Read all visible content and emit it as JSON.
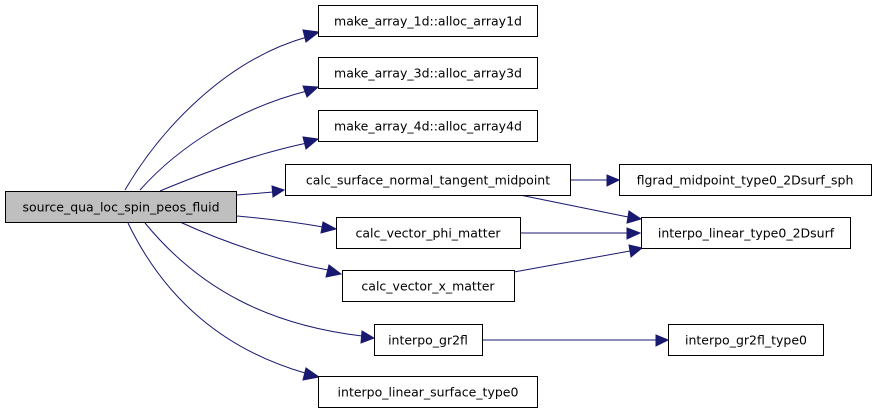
{
  "colors": {
    "edge": "#191970",
    "root_fill": "#bfbfbf",
    "node_fill": "#ffffff",
    "border": "#000000"
  },
  "nodes": {
    "source": {
      "label": "source_qua_loc_spin_peos_fluid"
    },
    "make1d": {
      "label": "make_array_1d::alloc_array1d"
    },
    "make3d": {
      "label": "make_array_3d::alloc_array3d"
    },
    "make4d": {
      "label": "make_array_4d::alloc_array4d"
    },
    "calcsurf": {
      "label": "calc_surface_normal_tangent_midpoint"
    },
    "flgrad": {
      "label": "flgrad_midpoint_type0_2Dsurf_sph"
    },
    "calcphi": {
      "label": "calc_vector_phi_matter"
    },
    "interpolin": {
      "label": "interpo_linear_type0_2Dsurf"
    },
    "calcx": {
      "label": "calc_vector_x_matter"
    },
    "gr2fl": {
      "label": "interpo_gr2fl"
    },
    "gr2fltype": {
      "label": "interpo_gr2fl_type0"
    },
    "linsurf": {
      "label": "interpo_linear_surface_type0"
    }
  }
}
